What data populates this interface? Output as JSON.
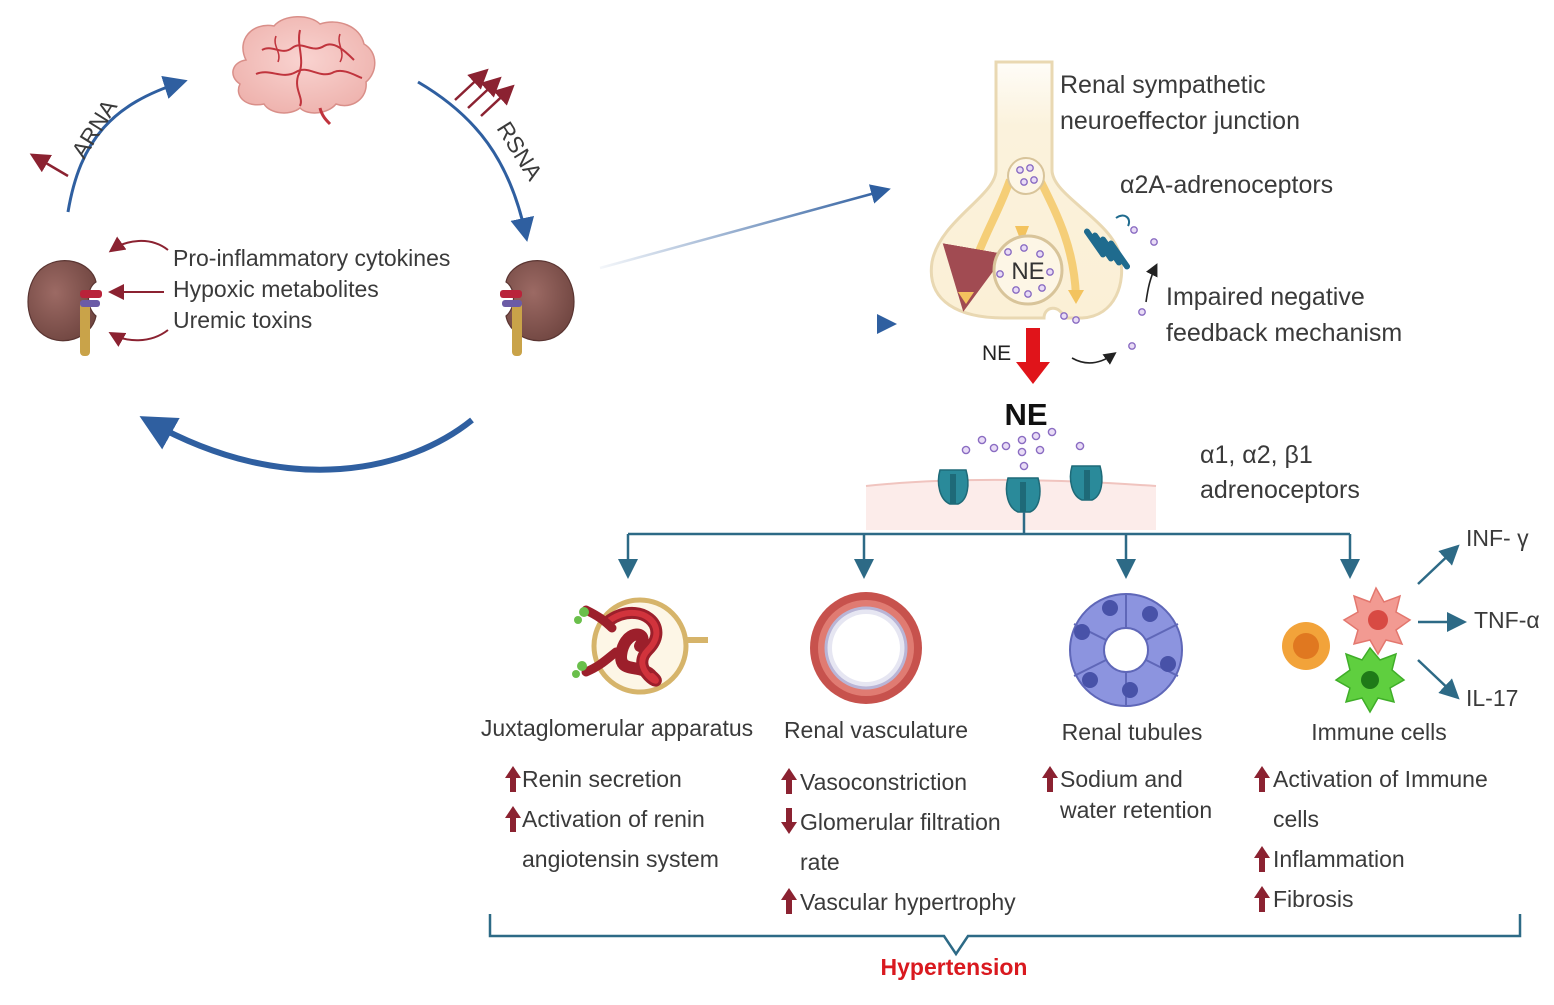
{
  "top_loop": {
    "arna_label": "ARNA",
    "rsna_label": "RSNA",
    "factors": [
      "Pro-inflammatory cytokines",
      "Hypoxic metabolites",
      "Uremic toxins"
    ]
  },
  "junction": {
    "title_line1": "Renal sympathetic",
    "title_line2": "neuroeffector junction",
    "a2a_label": "α2A-adrenoceptors",
    "vesicle_label": "NE",
    "feedback_line1": "Impaired negative",
    "feedback_line2": "feedback mechanism",
    "release_label": "NE",
    "ne_big_label": "NE",
    "post_receptor_line1": "α1, α2, β1",
    "post_receptor_line2": "adrenoceptors"
  },
  "targets": [
    {
      "title": "Juxtaglomerular apparatus",
      "effects": [
        {
          "dir": "up",
          "lines": [
            "Renin secretion"
          ]
        },
        {
          "dir": "up",
          "lines": [
            "Activation of renin",
            "angiotensin system"
          ]
        }
      ]
    },
    {
      "title": "Renal vasculature",
      "effects": [
        {
          "dir": "up",
          "lines": [
            "Vasoconstriction"
          ]
        },
        {
          "dir": "down",
          "lines": [
            "Glomerular filtration",
            "rate"
          ]
        },
        {
          "dir": "up",
          "lines": [
            "Vascular hypertrophy"
          ]
        }
      ]
    },
    {
      "title": "Renal tubules",
      "effects": [
        {
          "dir": "up",
          "lines": [
            "Sodium and",
            "water retention"
          ]
        }
      ]
    },
    {
      "title": "Immune cells",
      "effects": [
        {
          "dir": "up",
          "lines": [
            "Activation of Immune",
            "cells"
          ]
        },
        {
          "dir": "up",
          "lines": [
            "Inflammation"
          ]
        },
        {
          "dir": "up",
          "lines": [
            "Fibrosis"
          ]
        }
      ]
    }
  ],
  "cytokines": [
    "INF- γ",
    "TNF-α",
    "IL-17"
  ],
  "outcome": "Hypertension",
  "colors": {
    "arrow_blue": "#2f5fa0",
    "dark_red": "#8b2231",
    "release_red": "#e0141a",
    "outcome_red": "#d9191f",
    "receptor_teal": "#2a8a9a",
    "vesicle_purple": "#8a6cc2"
  }
}
